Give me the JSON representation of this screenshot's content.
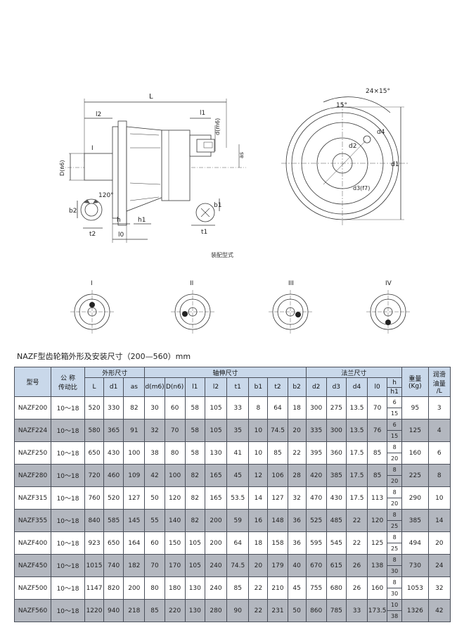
{
  "drawing": {
    "labels": {
      "L": "L",
      "l2": "l2",
      "l1": "l1",
      "d_m6": "d(m6)",
      "as": "as",
      "D_n6": "D(n6)",
      "I_mark": "I",
      "angle_120": "120°",
      "b2": "b2",
      "t2": "t2",
      "h": "h",
      "h1": "h1",
      "l0": "l0",
      "b1": "b1",
      "t1": "t1",
      "angle_24x15": "24×15°",
      "angle_15": "15°",
      "d4": "d4",
      "d2": "d2",
      "d1": "d1",
      "d3": "d3(f7)"
    },
    "caption": "装配型式",
    "mounting_types": [
      "I",
      "II",
      "III",
      "IV"
    ]
  },
  "table": {
    "title": "NAZF型齿轮箱外形及安装尺寸（200—560）mm",
    "group_headers": {
      "model": "型号",
      "ratio": "公 称\n传动比",
      "outline": "外形尺寸",
      "shaft": "轴伸尺寸",
      "flange": "法兰尺寸",
      "weight": "重量\n(Kg)",
      "oil": "润滑\n油量\n/L"
    },
    "sub_headers": {
      "L": "L",
      "d1": "d1",
      "as": "as",
      "d_m6": "d(m6)",
      "D_n6": "D(n6)",
      "l1": "l1",
      "l2": "l2",
      "t1": "t1",
      "b1": "b1",
      "t2": "t2",
      "b2": "b2",
      "d2": "d2",
      "d3": "d3",
      "d4": "d4",
      "l0": "l0",
      "h": "h",
      "h1": "h1"
    },
    "rows": [
      {
        "model": "NAZF200",
        "ratio": "10～18",
        "L": "520",
        "d1": "330",
        "as": "82",
        "d": "30",
        "D": "60",
        "l1": "58",
        "l2": "105",
        "t1": "33",
        "b1": "8",
        "t2": "64",
        "b2": "18",
        "d2": "300",
        "d3": "275",
        "d4": "13.5",
        "l0": "70",
        "h": "6",
        "h1": "15",
        "weight": "95",
        "oil": "3"
      },
      {
        "model": "NAZF224",
        "ratio": "10～18",
        "L": "580",
        "d1": "365",
        "as": "91",
        "d": "32",
        "D": "70",
        "l1": "58",
        "l2": "105",
        "t1": "35",
        "b1": "10",
        "t2": "74.5",
        "b2": "20",
        "d2": "335",
        "d3": "300",
        "d4": "13.5",
        "l0": "76",
        "h": "6",
        "h1": "15",
        "weight": "125",
        "oil": "4"
      },
      {
        "model": "NAZF250",
        "ratio": "10～18",
        "L": "650",
        "d1": "430",
        "as": "100",
        "d": "38",
        "D": "80",
        "l1": "58",
        "l2": "130",
        "t1": "41",
        "b1": "10",
        "t2": "85",
        "b2": "22",
        "d2": "395",
        "d3": "360",
        "d4": "17.5",
        "l0": "85",
        "h": "8",
        "h1": "20",
        "weight": "160",
        "oil": "6"
      },
      {
        "model": "NAZF280",
        "ratio": "10～18",
        "L": "720",
        "d1": "460",
        "as": "109",
        "d": "42",
        "D": "100",
        "l1": "82",
        "l2": "165",
        "t1": "45",
        "b1": "12",
        "t2": "106",
        "b2": "28",
        "d2": "420",
        "d3": "385",
        "d4": "17.5",
        "l0": "85",
        "h": "8",
        "h1": "20",
        "weight": "225",
        "oil": "8"
      },
      {
        "model": "NAZF315",
        "ratio": "10～18",
        "L": "760",
        "d1": "520",
        "as": "127",
        "d": "50",
        "D": "120",
        "l1": "82",
        "l2": "165",
        "t1": "53.5",
        "b1": "14",
        "t2": "127",
        "b2": "32",
        "d2": "470",
        "d3": "430",
        "d4": "17.5",
        "l0": "113",
        "h": "8",
        "h1": "20",
        "weight": "290",
        "oil": "10"
      },
      {
        "model": "NAZF355",
        "ratio": "10～18",
        "L": "840",
        "d1": "585",
        "as": "145",
        "d": "55",
        "D": "140",
        "l1": "82",
        "l2": "200",
        "t1": "59",
        "b1": "16",
        "t2": "148",
        "b2": "36",
        "d2": "525",
        "d3": "485",
        "d4": "22",
        "l0": "120",
        "h": "8",
        "h1": "25",
        "weight": "385",
        "oil": "14"
      },
      {
        "model": "NAZF400",
        "ratio": "10～18",
        "L": "923",
        "d1": "650",
        "as": "164",
        "d": "60",
        "D": "150",
        "l1": "105",
        "l2": "200",
        "t1": "64",
        "b1": "18",
        "t2": "158",
        "b2": "36",
        "d2": "595",
        "d3": "545",
        "d4": "22",
        "l0": "125",
        "h": "8",
        "h1": "25",
        "weight": "494",
        "oil": "20"
      },
      {
        "model": "NAZF450",
        "ratio": "10～18",
        "L": "1015",
        "d1": "740",
        "as": "182",
        "d": "70",
        "D": "170",
        "l1": "105",
        "l2": "240",
        "t1": "74.5",
        "b1": "20",
        "t2": "179",
        "b2": "40",
        "d2": "670",
        "d3": "615",
        "d4": "26",
        "l0": "138",
        "h": "8",
        "h1": "30",
        "weight": "730",
        "oil": "24"
      },
      {
        "model": "NAZF500",
        "ratio": "10～18",
        "L": "1147",
        "d1": "820",
        "as": "200",
        "d": "80",
        "D": "180",
        "l1": "130",
        "l2": "240",
        "t1": "85",
        "b1": "22",
        "t2": "210",
        "b2": "45",
        "d2": "755",
        "d3": "680",
        "d4": "26",
        "l0": "160",
        "h": "8",
        "h1": "30",
        "weight": "1053",
        "oil": "32"
      },
      {
        "model": "NAZF560",
        "ratio": "10～18",
        "L": "1220",
        "d1": "940",
        "as": "218",
        "d": "85",
        "D": "220",
        "l1": "130",
        "l2": "280",
        "t1": "90",
        "b1": "22",
        "t2": "231",
        "b2": "50",
        "d2": "860",
        "d3": "785",
        "d4": "33",
        "l0": "173.5",
        "h": "10",
        "h1": "38",
        "weight": "1326",
        "oil": "42"
      }
    ]
  }
}
